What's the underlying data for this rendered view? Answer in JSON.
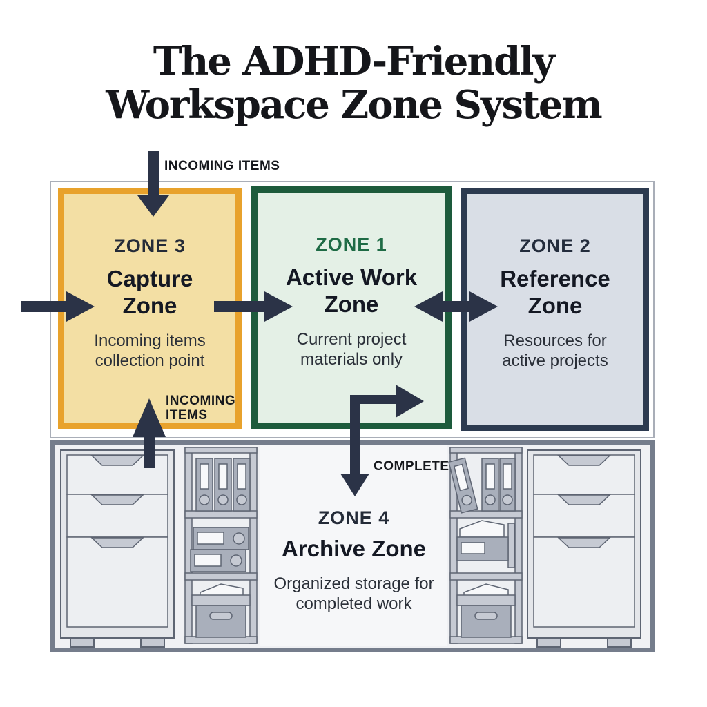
{
  "title": {
    "line1": "The ADHD-Friendly",
    "line2": "Workspace Zone System"
  },
  "labels": {
    "incoming_top": "INCOMING ITEMS",
    "incoming_bottom": "INCOMING ITEMS",
    "complete": "COMPLETE"
  },
  "zones": [
    {
      "number": "ZONE 3",
      "title": "Capture Zone",
      "description": "Incoming items collection point",
      "fill": "#F3DFA4",
      "border": "#E8A22C",
      "number_color": "#242B38"
    },
    {
      "number": "ZONE 1",
      "title": "Active Work Zone",
      "description": "Current project materials only",
      "fill": "#E4F0E6",
      "border": "#1D5B3C",
      "number_color": "#1E6B45"
    },
    {
      "number": "ZONE 2",
      "title": "Reference Zone",
      "description": "Resources for active projects",
      "fill": "#D9DEE6",
      "border": "#2C3A50",
      "number_color": "#232C3C"
    },
    {
      "number": "ZONE 4",
      "title": "Archive Zone",
      "description": "Organized storage for completed work",
      "fill": "#F6F7F9",
      "border": "",
      "number_color": "#242B38"
    }
  ],
  "colors": {
    "page_bg": "#FFFFFF",
    "title_color": "#15161A",
    "arrow": "#2B3347",
    "zones_panel_border": "#A9AEB8",
    "bottom_panel_border": "#757D8C",
    "bottom_panel_fill": "#F0F1F4",
    "furniture_outline": "#5E6573",
    "furniture_light": "#E4E6EA",
    "furniture_drawer": "#EDEFF2",
    "furniture_mid": "#C6CAD3",
    "furniture_dark": "#A9AFBB",
    "furniture_paper": "#F7F8FA"
  }
}
